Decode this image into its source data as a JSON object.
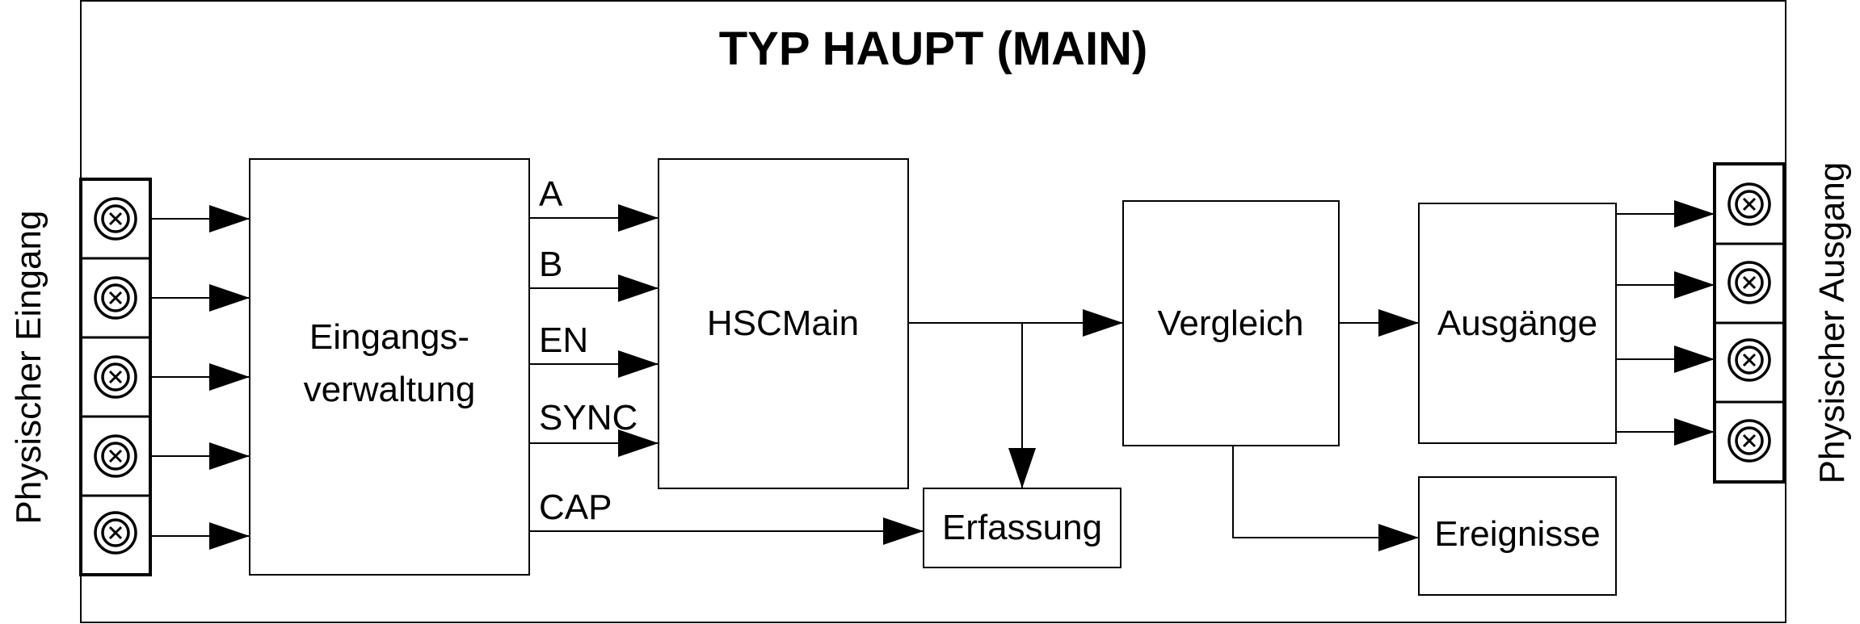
{
  "title": "TYP HAUPT (MAIN)",
  "side_labels": {
    "input": "Physischer Eingang",
    "output": "Physischer Ausgang"
  },
  "blocks": {
    "input_management_line1": "Eingangs-",
    "input_management_line2": "verwaltung",
    "hsc_main": "HSCMain",
    "compare": "Vergleich",
    "outputs": "Ausgänge",
    "capture": "Erfassung",
    "events": "Ereignisse"
  },
  "signals": {
    "a": "A",
    "b": "B",
    "en": "EN",
    "sync": "SYNC",
    "cap": "CAP"
  },
  "terminals": {
    "input_count": 5,
    "output_count": 4,
    "icon": "screw-terminal-icon"
  },
  "colors": {
    "line": "#000000",
    "background": "#ffffff"
  }
}
